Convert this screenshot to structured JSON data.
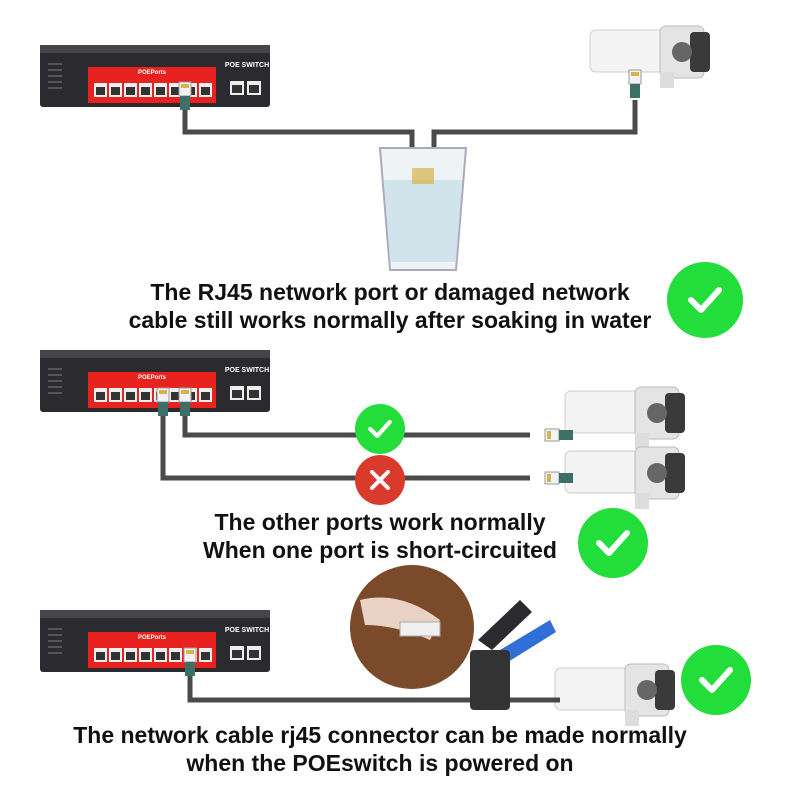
{
  "switch": {
    "brand_label": "POE SWITCH",
    "ports_label": "POEPorts"
  },
  "sections": [
    {
      "lines": [
        "The RJ45 network port or damaged network",
        "cable still works normally after soaking in water"
      ],
      "status": "check"
    },
    {
      "lines": [
        "The other ports work normally",
        "When one port is short-circuited"
      ],
      "status": "check",
      "port_statuses": [
        "check",
        "cross"
      ]
    },
    {
      "lines": [
        "The network cable rj45 connector can be made normally",
        "when the POEswitch is powered on"
      ],
      "status": "check"
    }
  ],
  "colors": {
    "check_green": "#22dd3a",
    "cross_red": "#d93a2b",
    "switch_red": "#e8231f",
    "switch_body": "#2b2b2f",
    "cable": "#4a4a4a"
  }
}
